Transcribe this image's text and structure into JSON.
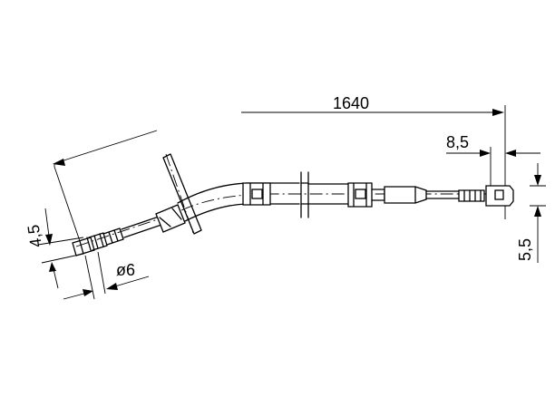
{
  "drawing": {
    "dimensions": {
      "total_length": "1640",
      "end_fitting_length": "8,5",
      "end_fitting_height": "5,5",
      "nipple_height": "4,5",
      "nipple_diameter": "ø6"
    },
    "line_color": "#000000",
    "background": "#ffffff"
  }
}
